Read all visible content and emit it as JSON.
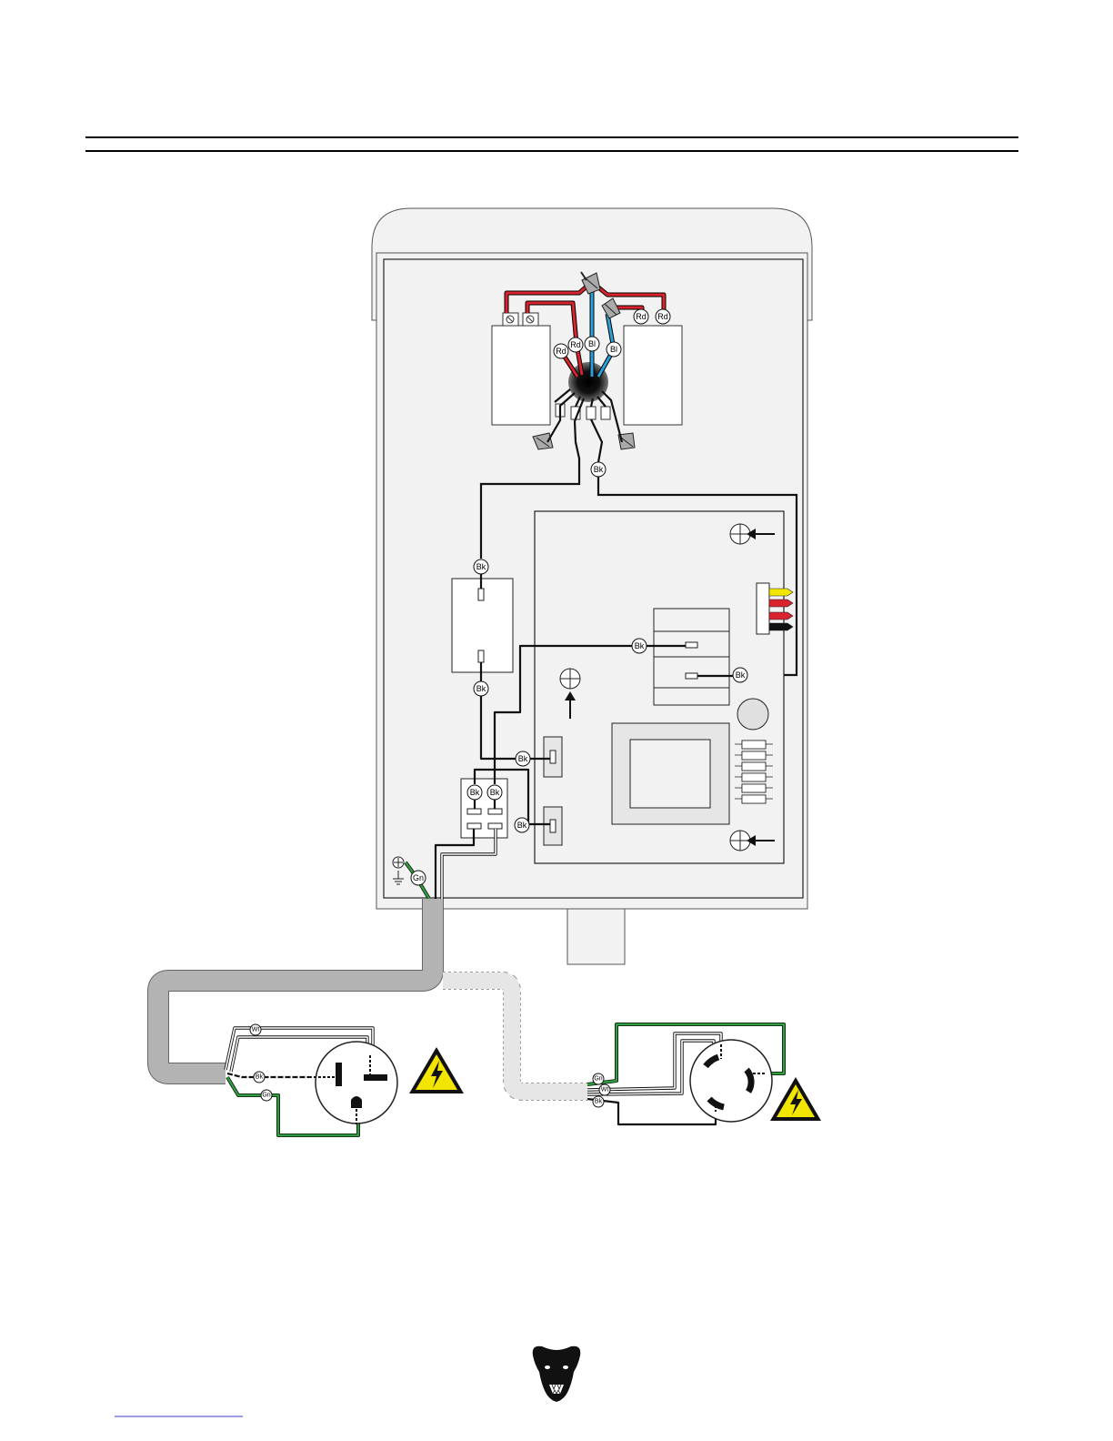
{
  "wire_labels": {
    "red": "Rd",
    "blue": "Bl",
    "black": "Bk",
    "green": "Gn",
    "white": "Wt"
  },
  "colors": {
    "red": "#d9232e",
    "blue": "#2a9fd8",
    "black": "#111111",
    "green": "#2e9e3e",
    "white": "#ffffff",
    "yellow": "#f2e600",
    "cord_dark": "#b3b3b3",
    "cord_light": "#e6e6e6",
    "panel_fill": "#f2f2f2",
    "logo_fill": "#111111"
  },
  "icons": [
    "ground-terminal-icon",
    "warning-hazard-icon",
    "bear-logo-icon",
    "crosshair-screw-icon",
    "wire-nut-icon"
  ]
}
